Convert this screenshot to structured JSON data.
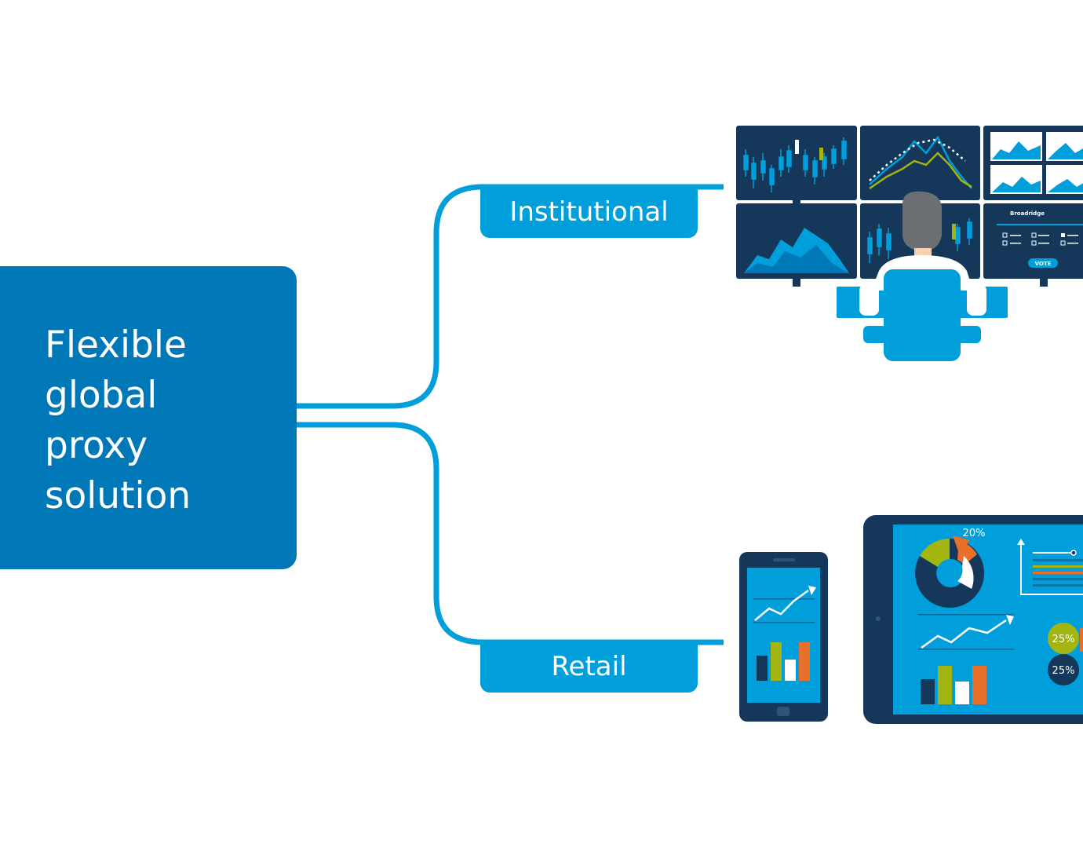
{
  "main_node": {
    "title_lines": [
      "Flexible",
      "global",
      "proxy",
      "solution"
    ]
  },
  "branches": {
    "institutional": {
      "label": "Institutional",
      "screen_brand": "Broadridge",
      "vote_button": "VOTE"
    },
    "retail": {
      "label": "Retail",
      "tablet_donut_label": "20%",
      "tablet_pie_labels": [
        "25%",
        "25%"
      ]
    }
  },
  "colors": {
    "main_box": "#0077b6",
    "branch": "#009fdb",
    "navy": "#14375a",
    "screen": "#009fdb",
    "green": "#a3b510",
    "orange": "#e8702a"
  }
}
